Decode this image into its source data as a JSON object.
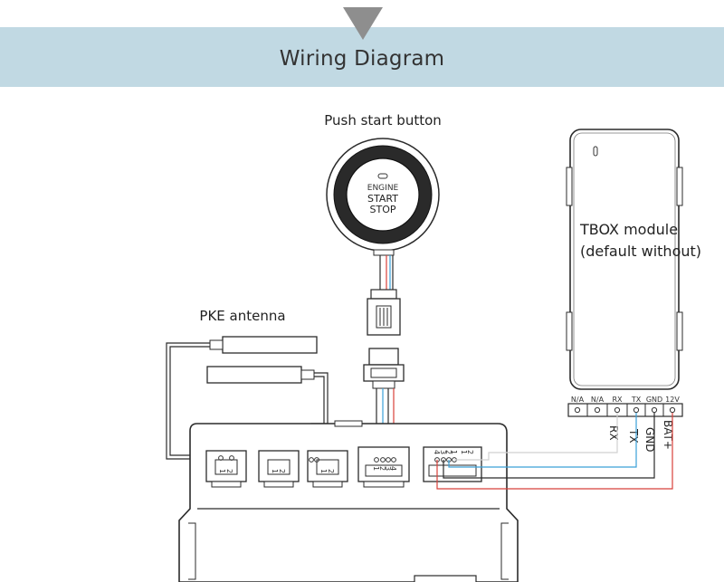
{
  "header": {
    "title": "Wiring Diagram"
  },
  "push_button": {
    "label": "Push start button",
    "line1": "ENGINE",
    "line2": "START",
    "line3": "STOP"
  },
  "tbox": {
    "line1": "TBOX module",
    "line2": "(default without)",
    "terminals": [
      "N/A",
      "N/A",
      "RX",
      "TX",
      "GND",
      "12V"
    ],
    "wire_labels": [
      "RX",
      "TX",
      "GND",
      "BAT+"
    ]
  },
  "pke": {
    "label": "PKE antenna"
  },
  "connectors": {
    "pins_2": [
      "1",
      "2"
    ],
    "pins_4": [
      "1",
      "2",
      "3",
      "4"
    ],
    "pins_4_rev": [
      "4",
      "3",
      "2",
      "1"
    ]
  },
  "colors": {
    "banner": "#c1d9e3",
    "wire_red": "#d8403a",
    "wire_blue": "#3aa0d8",
    "outline": "#2b2b2b"
  }
}
